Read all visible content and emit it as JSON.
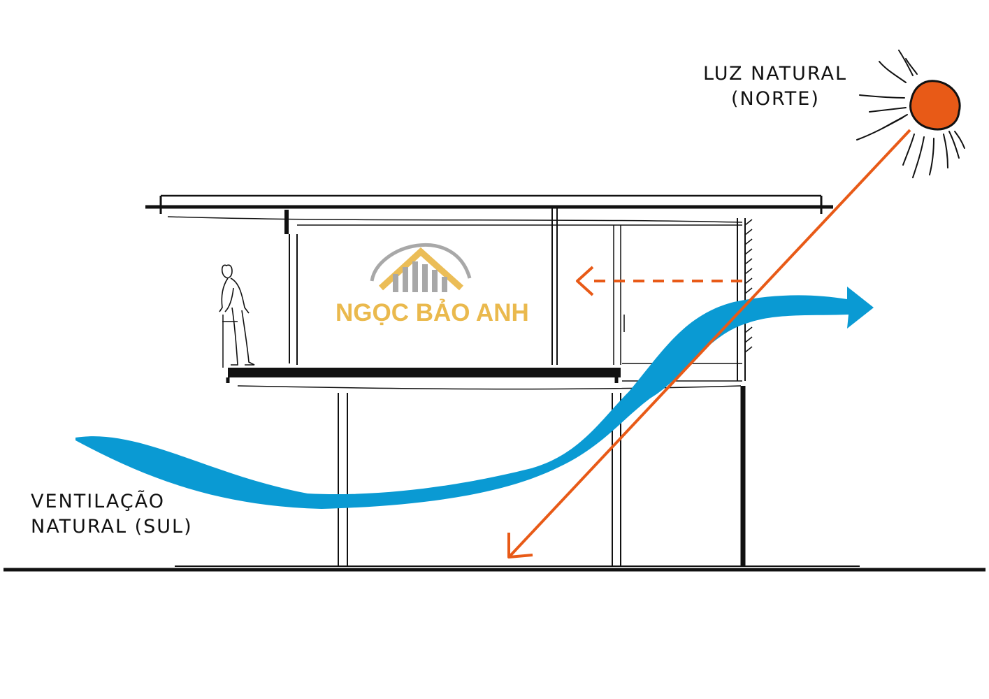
{
  "labels": {
    "light_line1": "LUZ NATURAL",
    "light_line2": "(NORTE)",
    "vent_line1": "VENTILAÇÃO",
    "vent_line2": "NATURAL (SUL)"
  },
  "watermark": {
    "text": "NGỌC BẢO ANH"
  },
  "colors": {
    "sun": "#e85a17",
    "light_ray": "#e85a17",
    "airflow": "#0a9ad3",
    "ink": "#111111",
    "watermark": "#e8b23a",
    "watermark_arc": "#9a9a9a"
  },
  "icons": {
    "sun": "sun-icon",
    "person": "person-silhouette"
  }
}
